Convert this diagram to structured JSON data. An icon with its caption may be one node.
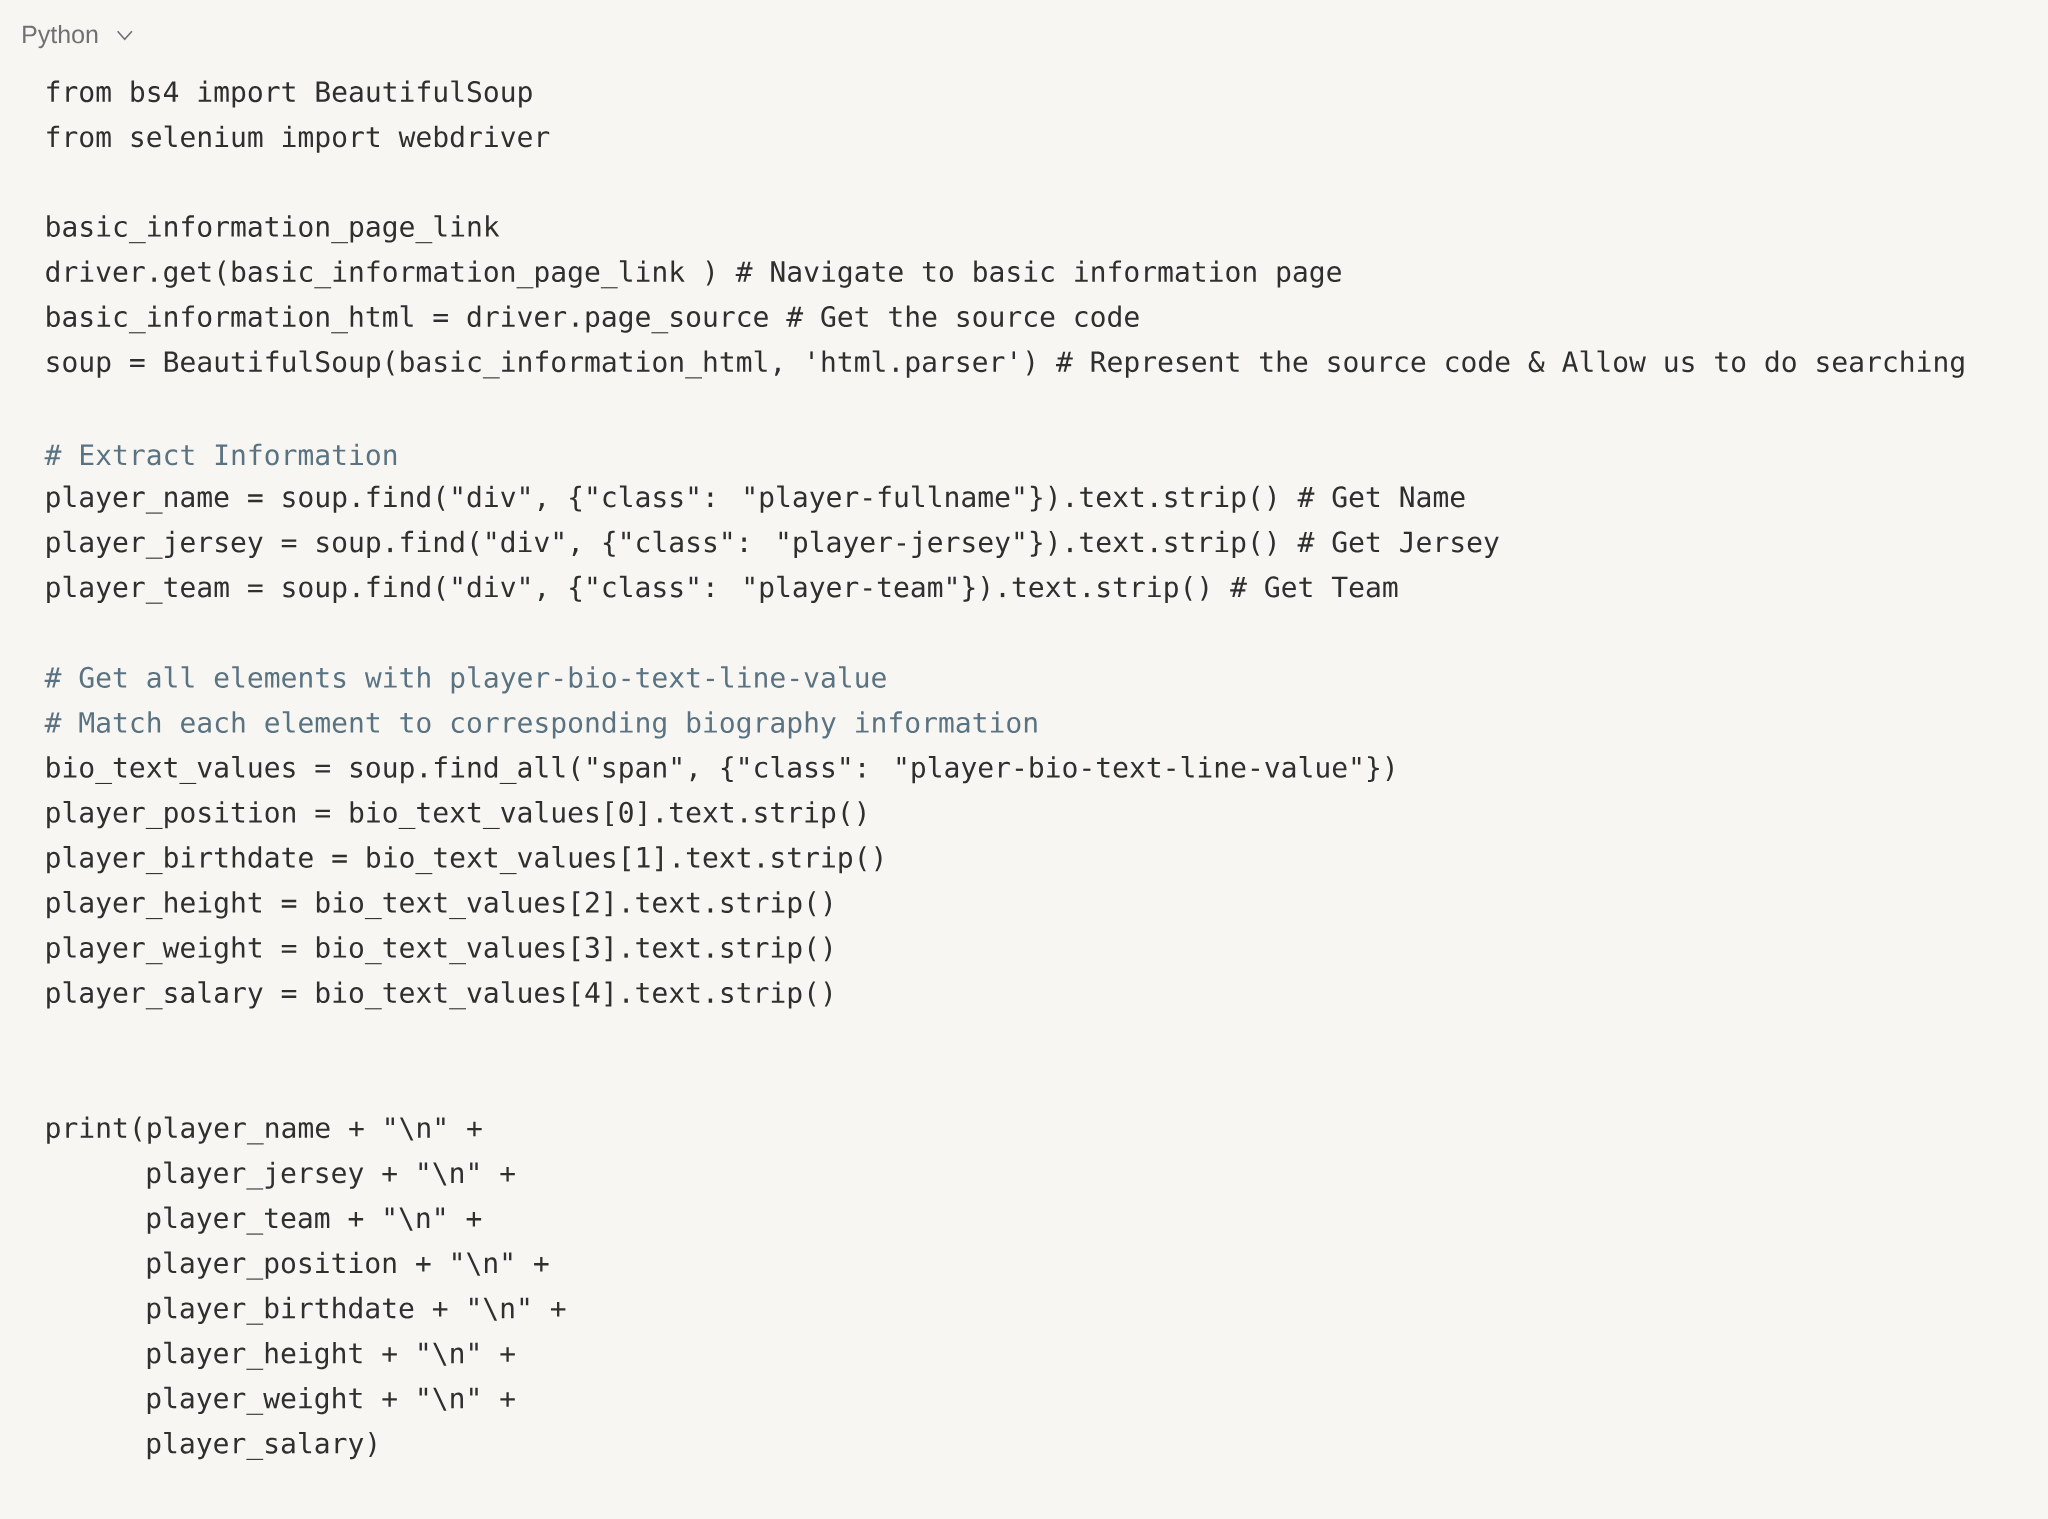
{
  "diagram": {
    "labels": [
      "Python",
      "from bs4 import BeautifulSoup",
      "from selenium import webdriver",
      "basic_information_page_link",
      "driver.get(basic_information_page_link ) # Navigate to basic information page",
      "basic_information_html = driver.page_source # Get the source code",
      "soup = BeautifulSoup(basic_information_html, 'html.parser') # Represent the source code & Allow us to do searching",
      "# Extract Information",
      "player_name = soup.find(\"div\", {\"class\": \"player-fullname\"}).text.strip() # Get Name",
      "player_jersey = soup.find(\"div\", {\"class\": \"player-jersey\"}).text.strip() # Get Jersey",
      "player_team = soup.find(\"div\", {\"class\": \"player-team\"}).text.strip() # Get Team",
      "# Get all elements with player-bio-text-line-value",
      "# Match each element to corresponding biography information",
      "bio_text_values = soup.find_all(\"span\", {\"class\": \"player-bio-text-line-value\"})",
      "player_position = bio_text_values[0].text.strip()",
      "player_birthdate = bio_text_values[1].text.strip()",
      "player_height = bio_text_values[2].text.strip()",
      "player_weight = bio_text_values[3].text.strip()",
      "player_salary = bio_text_values[4].text.strip()",
      "print(player_name + \"\\n\" +",
      "player_jersey + \"\\n\" +",
      "player_team + \"\\n\" +",
      "player_position + \"\\n\" +",
      "player_birthdate + \"\\n\" +",
      "player_height + \"\\n\" +",
      "player_weight + \"\\n\" +",
      "player_salary)"
    ]
  }
}
